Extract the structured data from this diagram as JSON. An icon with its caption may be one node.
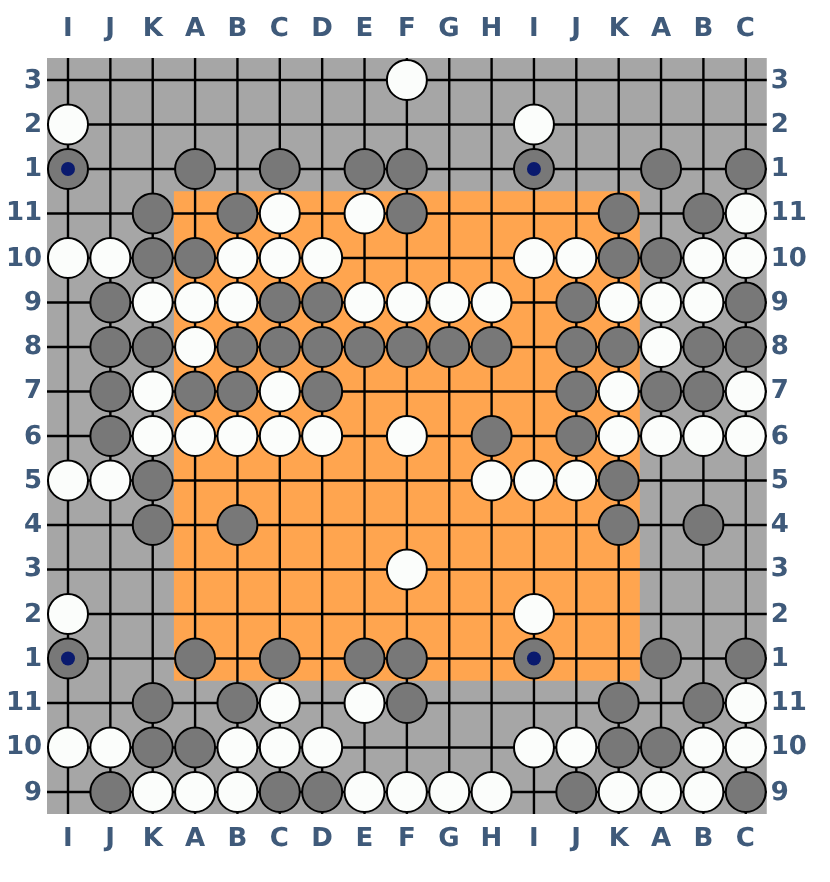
{
  "diagram": {
    "labels": [
      "I",
      "J",
      "K",
      "A",
      "B",
      "C",
      "D",
      "E",
      "F",
      "G",
      "H",
      "I",
      "J",
      "K",
      "A",
      "B",
      "C",
      "3",
      "3",
      "2",
      "2",
      "1",
      "1",
      "11",
      "11",
      "10",
      "10",
      "9",
      "9",
      "8",
      "8",
      "7",
      "7",
      "6",
      "6",
      "5",
      "5",
      "4",
      "4",
      "3",
      "3",
      "2",
      "2",
      "1",
      "1",
      "11",
      "11",
      "10",
      "10",
      "9",
      "9",
      "I",
      "J",
      "K",
      "A",
      "B",
      "C",
      "D",
      "E",
      "F",
      "G",
      "H",
      "I",
      "J",
      "K",
      "A",
      "B",
      "C"
    ]
  }
}
